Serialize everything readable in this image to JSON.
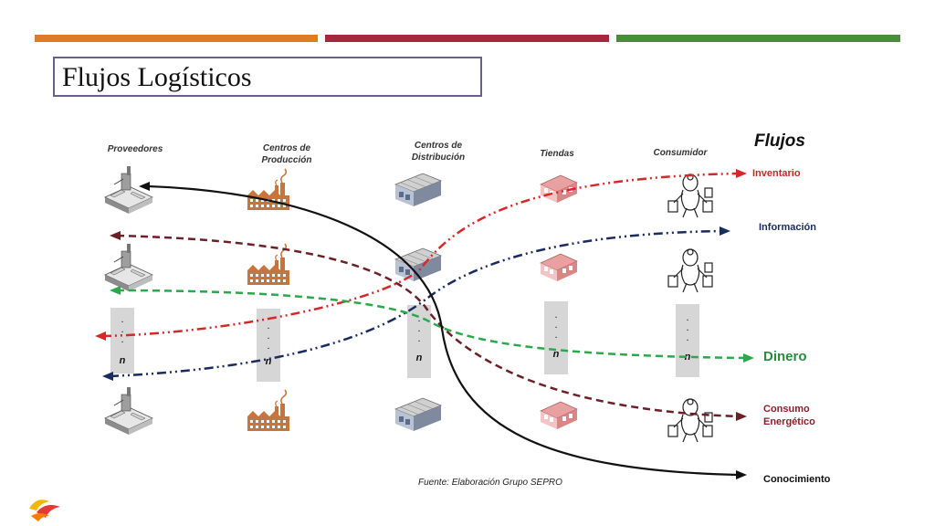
{
  "title": "Flujos Logísticos",
  "colors": {
    "orange": "#e07b24",
    "crimson": "#a7283e",
    "green": "#4a8c3c",
    "inventario": "#d62828",
    "informacion": "#1a2b5e",
    "dinero": "#2aa84a",
    "consumo": "#6b1f27",
    "conocimiento": "#111111"
  },
  "columns": {
    "proveedores": "Proveedores",
    "produccion": [
      "Centros de",
      "Producción"
    ],
    "distribucion": [
      "Centros de",
      "Distribución"
    ],
    "tiendas": "Tiendas",
    "consumidor": "Consumidor"
  },
  "flows": {
    "heading": "Flujos",
    "inventario": "Inventario",
    "informacion": "Información",
    "dinero": "Dinero",
    "consumo": [
      "Consumo",
      "Energético"
    ],
    "conocimiento": "Conocimiento"
  },
  "placeholder": {
    "dots": ".\n.\n.",
    "n": "n"
  },
  "source": "Fuente: Elaboración Grupo SEPRO"
}
